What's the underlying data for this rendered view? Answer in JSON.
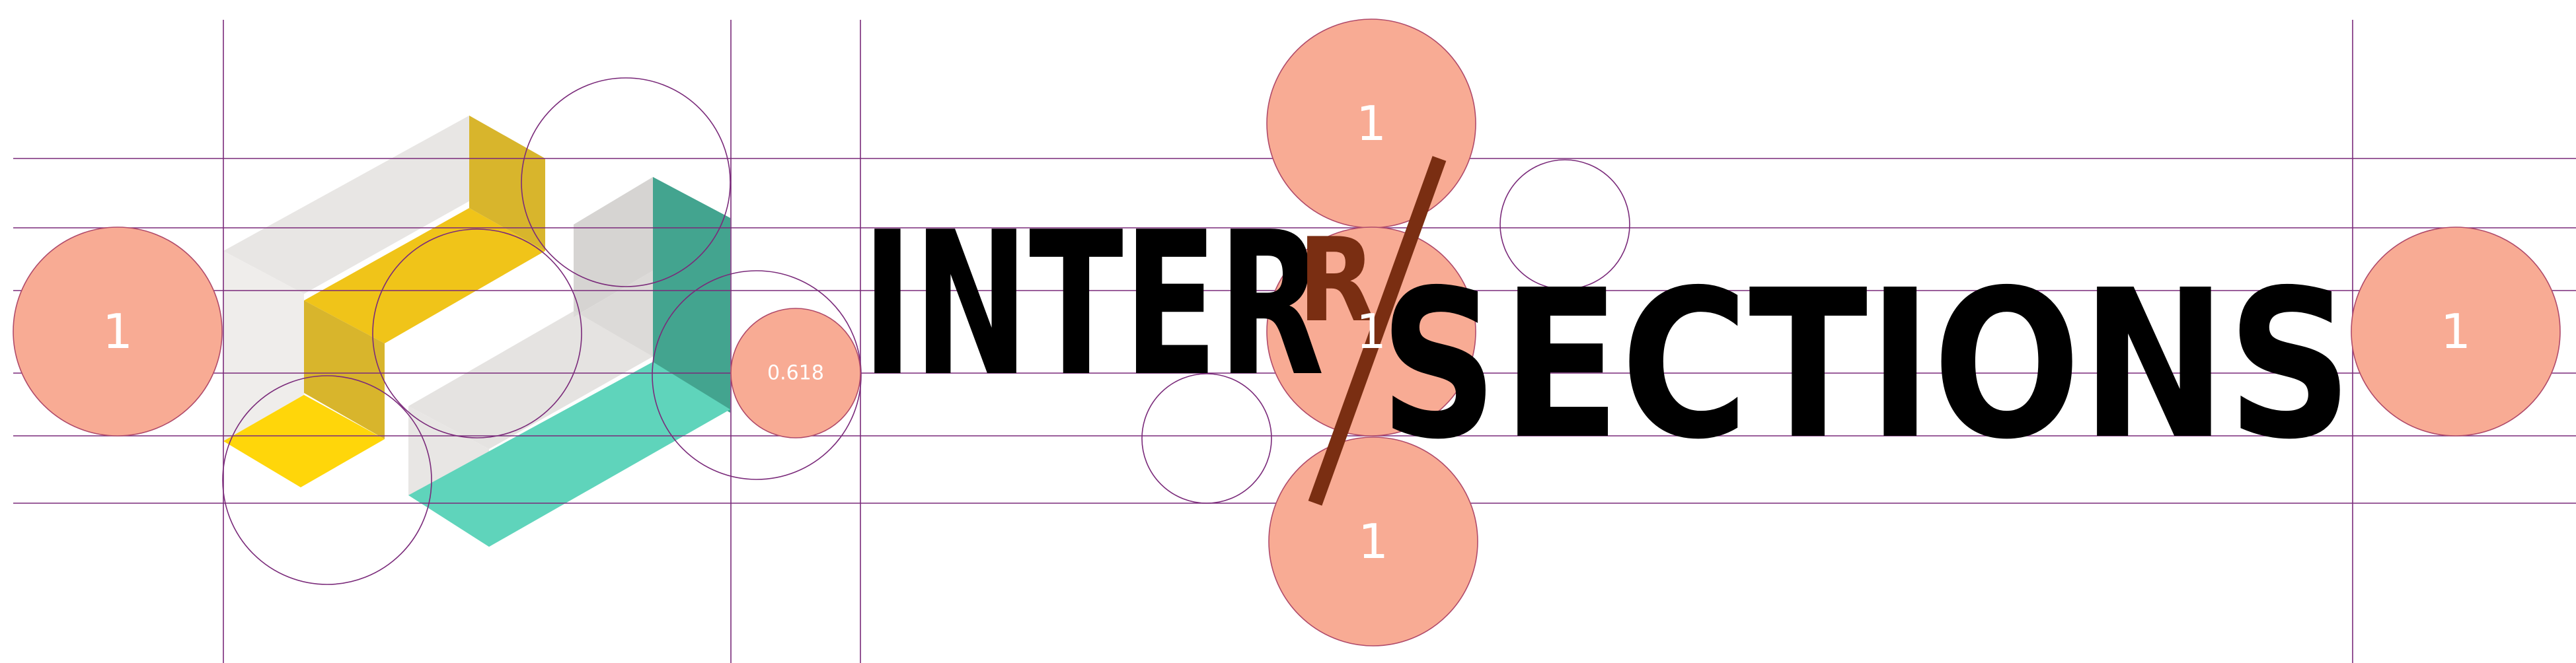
{
  "wordmark": {
    "part_one": "INTER",
    "slash_letter": "R",
    "slash_letter_two": "S",
    "part_two": "ECTIONS"
  },
  "ratio_labels": {
    "unit_left": "1",
    "unit_right": "1",
    "unit_top": "1",
    "unit_middle": "1",
    "unit_bottom": "1",
    "golden": "0.618"
  },
  "colors": {
    "guide_line": "#7a2a7a",
    "unit_circle_fill": "#f8ab94",
    "unit_circle_stroke": "#b04a6a",
    "text": "#000000",
    "slash": "#7a2e12",
    "cube_light": "#e8e6e4",
    "cube_shadow": "#d6d4d2",
    "yellow_light": "#f0c419",
    "yellow_bright": "#ffd60a",
    "yellow_dark": "#d8b52c",
    "teal_light": "#5fd4bb",
    "teal_dark": "#43a48f"
  }
}
